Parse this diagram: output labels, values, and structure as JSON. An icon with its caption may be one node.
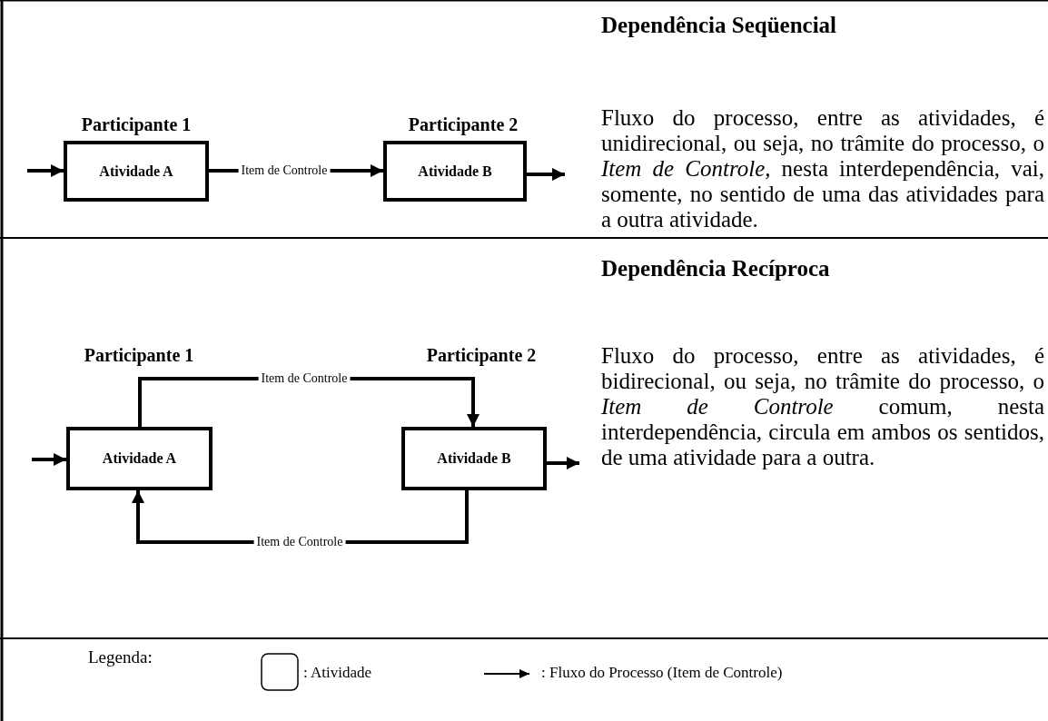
{
  "diagram": {
    "nodes": [
      {
        "text": [
          "Atividade A"
        ],
        "beside": [
          "Participante 1"
        ]
      },
      {
        "text": [
          "Atividade B"
        ],
        "beside": [
          "Participante 2"
        ]
      },
      {
        "text": [
          "Atividade A"
        ],
        "beside": [
          "Participante 1"
        ]
      },
      {
        "text": [
          "Atividade B"
        ],
        "beside": [
          "Participante 2"
        ]
      }
    ],
    "edges": [
      {
        "from": null,
        "to": 0,
        "arrow": "to"
      },
      {
        "from": 0,
        "to": 1,
        "arrow": "to",
        "label": "Item de Controle"
      },
      {
        "from": 1,
        "to": null,
        "arrow": "to"
      },
      {
        "from": null,
        "to": 2,
        "arrow": "to"
      },
      {
        "from": 2,
        "to": 3,
        "arrow": "to",
        "label": "Item de Controle"
      },
      {
        "from": 3,
        "to": 2,
        "arrow": "to",
        "label": "Item de Controle"
      },
      {
        "from": 3,
        "to": null,
        "arrow": "to"
      }
    ],
    "labels": [
      "Dependência Seqüencial",
      "Fluxo do processo, entre as atividades, é unidirecional, ou seja, no trâmite do processo, o *Item de Controle,* nesta interdependência, vai, somente, no sentido de uma das atividades para a outra atividade.",
      "Dependência Recíproca",
      "Fluxo do processo, entre as atividades, é bidirecional, ou seja, no trâmite do processo, o *Item de Controle* comum, nesta interdependência, circula em ambos os sentidos, de uma atividade para a outra.",
      "Legenda:"
    ],
    "legend": [
      {
        "text": ": Atividade"
      },
      {
        "text": ": Fluxo do Processo (Item de Controle)"
      }
    ]
  }
}
